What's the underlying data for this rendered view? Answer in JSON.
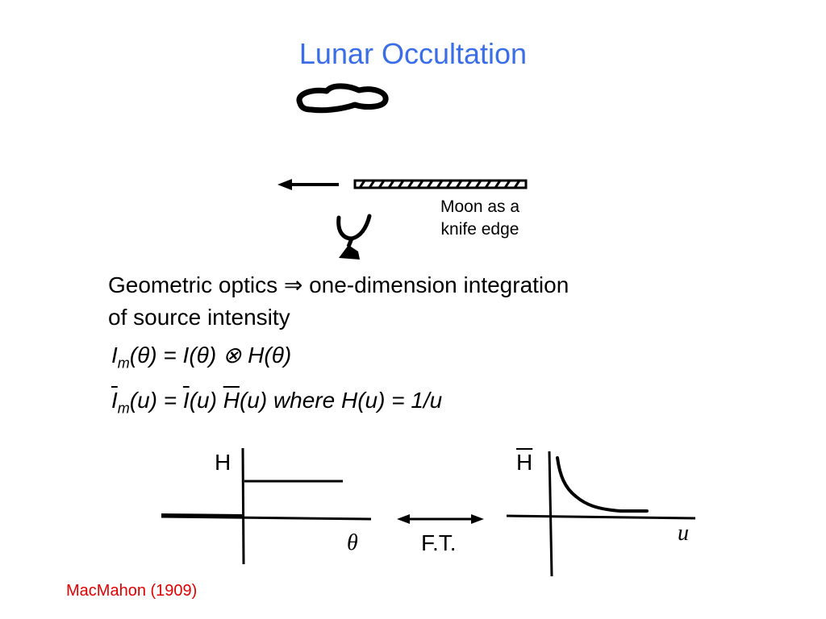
{
  "title": "Lunar Occultation",
  "moon_caption": "Moon as a\nknife edge",
  "body_text": "Geometric optics ⇒ one-dimension integration\nof source intensity",
  "eq1": {
    "I": "I",
    "m": "m",
    "part1": "(θ) = ",
    "I2": "I",
    "part2": "(θ) ⊗ ",
    "H": "H",
    "part3": "(θ)"
  },
  "eq2": {
    "I": "I",
    "m": "m",
    "part1": "(u) = ",
    "I2": "I",
    "part2": "(u) ",
    "H": "H",
    "part3": "(u)  where H(u)  = 1/u"
  },
  "left_plot": {
    "y_label": "H",
    "x_label": "θ"
  },
  "ft_label": "F.T.",
  "right_plot": {
    "y_label": "H",
    "x_label": "u"
  },
  "citation": "MacMahon (1909)",
  "colors": {
    "title": "#3a6ee8",
    "citation": "#e00000"
  }
}
